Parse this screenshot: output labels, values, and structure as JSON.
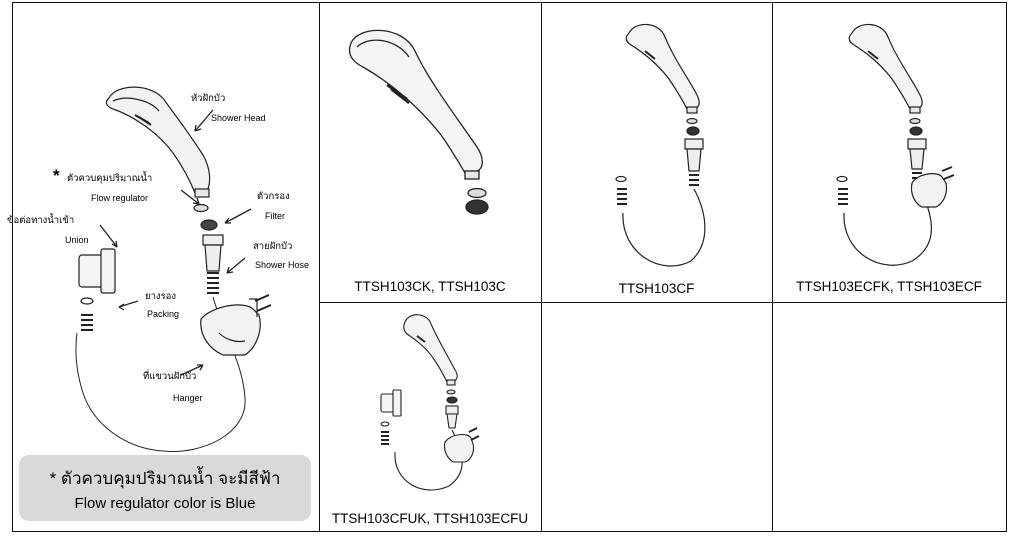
{
  "left_panel": {
    "labels": {
      "shower_head_th": "หัวฝักบัว",
      "shower_head_en": "Shower Head",
      "flow_regulator_mark": "*",
      "flow_regulator_th": "ตัวควบคุมปริมาณน้ำ",
      "flow_regulator_en": "Flow regulator",
      "filter_th": "ตัวกรอง",
      "filter_en": "Filter",
      "union_th": "ข้อต่อทางน้ำเข้า",
      "union_en": "Union",
      "shower_hose_th": "สายฝักบัว",
      "shower_hose_en": "Shower Hose",
      "packing_th": "ยางรอง",
      "packing_en": "Packing",
      "hanger_th": "ที่แขวนฝักบัว",
      "hanger_en": "Hanger"
    },
    "note": {
      "line_th": "* ตัวควบคุมปริมาณน้ำ จะมีสีฟ้า",
      "line_en": "Flow regulator color is Blue"
    }
  },
  "models": [
    {
      "caption": "TTSH103CK, TTSH103C"
    },
    {
      "caption": "TTSH103CF"
    },
    {
      "caption": "TTSH103ECFK, TTSH103ECF"
    },
    {
      "caption": "TTSH103CFUK, TTSH103ECFU"
    },
    {
      "caption": ""
    },
    {
      "caption": ""
    }
  ]
}
